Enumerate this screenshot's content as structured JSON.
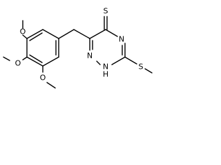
{
  "molecule": {
    "atom_labels": {
      "thione_s": "S",
      "methylthio_s": "S",
      "n_top": "N",
      "n_left": "N",
      "nh_n": "N",
      "nh_h": "H",
      "o_top": "O",
      "o_middle": "O",
      "o_bottom": "O"
    }
  }
}
